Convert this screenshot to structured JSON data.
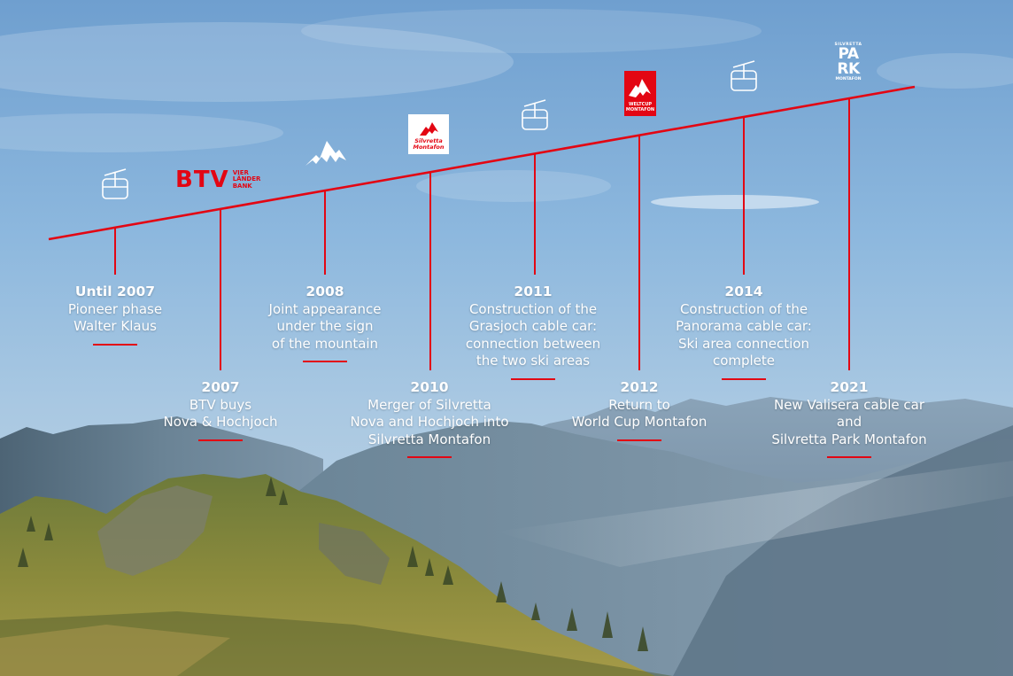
{
  "colors": {
    "timeline_red": "#e30613",
    "text": "#ffffff"
  },
  "logos": {
    "btv_main": "BTV",
    "btv_sub": [
      "VIER",
      "LÄNDER",
      "BANK"
    ],
    "silvretta_montafon": [
      "Silvretta",
      "Montafon"
    ],
    "weltcup_montafon": [
      "WELTCUP",
      "MONTAFON"
    ],
    "park_top": "SILVRETTA",
    "park_main": [
      "PA",
      "RK"
    ],
    "park_bottom": "MONTAFON"
  },
  "icons": [
    "gondola-icon",
    "btv-logo",
    "mountain-icon",
    "silvretta-montafon-logo",
    "gondola-icon",
    "weltcup-montafon-logo",
    "gondola-icon",
    "silvretta-park-logo"
  ],
  "milestones": [
    {
      "year": "Until 2007",
      "text": "Pioneer phase\nWalter Klaus"
    },
    {
      "year": "2007",
      "text": "BTV buys\nNova & Hochjoch"
    },
    {
      "year": "2008",
      "text": "Joint appearance\nunder the sign\nof the mountain"
    },
    {
      "year": "2010",
      "text": "Merger of Silvretta\nNova and Hochjoch into\nSilvretta Montafon"
    },
    {
      "year": "2011",
      "text": "Construction of the\nGrasjoch cable car:\nconnection between\nthe two ski areas"
    },
    {
      "year": "2012",
      "text": "Return to\nWorld Cup Montafon"
    },
    {
      "year": "2014",
      "text": "Construction of the\nPanorama cable car:\nSki area connection\ncomplete"
    },
    {
      "year": "2021",
      "text": "New Valisera cable car\nand\nSilvretta Park Montafon"
    }
  ]
}
